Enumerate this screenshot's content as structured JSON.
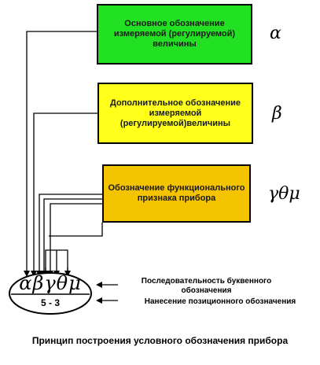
{
  "boxes": [
    {
      "text": "Основное обозначение измеряемой (регулируемой) величины",
      "color": "#22e022",
      "symbol": "α"
    },
    {
      "text": "Дополнительное обозначение измеряемой (регулируемой)величины",
      "color": "#ffff1a",
      "symbol": "β"
    },
    {
      "text": "Обозначение функционального признака прибора",
      "color": "#f5c400",
      "symbol": "γθμ"
    }
  ],
  "instrument": {
    "symbol_string": "αβγθμ",
    "position_number": "5 - 3"
  },
  "annotations": [
    "Последовательность буквенного обозначения",
    "Нанесение позиционного обозначения"
  ],
  "caption": "Принцип построения условного обозначения прибора"
}
